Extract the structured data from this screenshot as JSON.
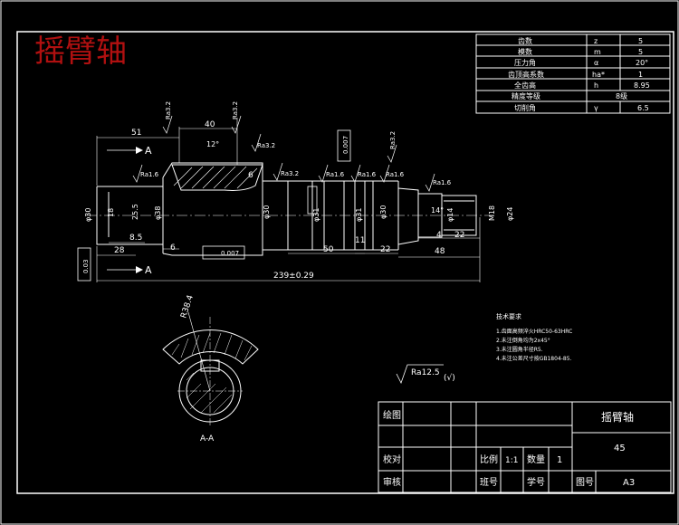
{
  "title": "摇臂轴",
  "gear_table": {
    "rows": [
      {
        "label": "齿数",
        "symbol": "z",
        "value": "5"
      },
      {
        "label": "模数",
        "symbol": "m",
        "value": "5"
      },
      {
        "label": "压力角",
        "symbol": "α",
        "value": "20°"
      },
      {
        "label": "齿顶高系数",
        "symbol": "ha*",
        "value": "1"
      },
      {
        "label": "全齿高",
        "symbol": "h",
        "value": "8.95"
      },
      {
        "label": "精度等级",
        "symbol": "",
        "value": "8级"
      },
      {
        "label": "切削角",
        "symbol": "γ",
        "value": "6.5"
      }
    ]
  },
  "section_labels": {
    "top": "A",
    "bottom": "A",
    "view": "A-A"
  },
  "dimensions": {
    "d51": "51",
    "d40": "40",
    "d50": "50",
    "d11": "11",
    "d22a": "22",
    "d48": "48",
    "d4": "4",
    "d22b": "22",
    "d28": "28",
    "d8_5": "8.5",
    "d6a": "6",
    "d6b": "6",
    "total": "239±0.29",
    "dia30a": "φ30",
    "dia18": "18",
    "dia25_5": "25.5",
    "dia38": "φ38",
    "dia30b": "φ30",
    "dia31a": "φ31",
    "dia31b": "φ31",
    "dia30c": "φ30",
    "dia24": "φ24",
    "m18": "M18",
    "dia14": "φ14",
    "angle14": "14°",
    "angle12": "12°",
    "radius": "R38.4"
  },
  "roughness": {
    "ra32a": "Ra3.2",
    "ra32b": "Ra3.2",
    "ra32c": "Ra3.2",
    "ra32d": "Ra3.2",
    "ra16a": "Ra1.6",
    "ra16b": "Ra1.6",
    "ra16c": "Ra1.6",
    "ra16d": "Ra1.6",
    "ra32e": "Ra3.2",
    "ra16e": "Ra1.6",
    "general": "Ra12.5",
    "general_note": "(√)"
  },
  "tolerances": {
    "t1": "0.03",
    "t2": "0.007",
    "t3": "0.007"
  },
  "tech_req": {
    "heading": "技术要求",
    "items": [
      "1.齿面高频淬火HRC50-63HRC",
      "2.未注倒角均为2x45°",
      "3.未注圆角半径R5.",
      "4.未注公差尺寸按GB1804-85."
    ]
  },
  "title_block": {
    "drawn": "绘图",
    "checked": "校对",
    "review": "审核",
    "part_name": "摇臂轴",
    "material": "45",
    "scale_label": "比例",
    "scale_value": "1:1",
    "qty_label": "数量",
    "qty_value": "1",
    "class_label": "班号",
    "student_label": "学号",
    "drawing_label": "图号",
    "size": "A3"
  }
}
